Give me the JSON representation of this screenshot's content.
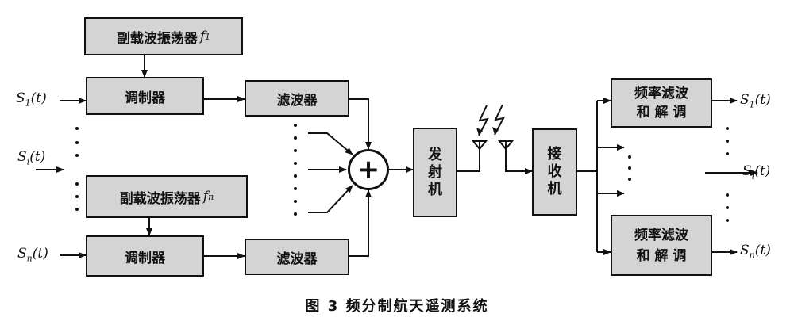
{
  "blocks": {
    "osc1": "副载波振荡器",
    "osc1_sym": "f",
    "osc1_sub": "1",
    "oscn": "副载波振荡器",
    "oscn_sym": "f",
    "oscn_sub": "n",
    "mod1": "调制器",
    "modn": "调制器",
    "filt1": "滤波器",
    "filtn": "滤波器",
    "sum_symbol": "+",
    "tx": [
      "发",
      "射",
      "机"
    ],
    "rx": [
      "接",
      "收",
      "机"
    ],
    "demod1": [
      "频率滤波",
      "和 解 调"
    ],
    "demodn": [
      "频率滤波",
      "和 解 调"
    ]
  },
  "inputs": {
    "s1": {
      "main": "S",
      "sub": "1",
      "arg": "(t)"
    },
    "si": {
      "main": "S",
      "sub": "i",
      "arg": "(t)"
    },
    "sn": {
      "main": "S",
      "sub": "n",
      "arg": "(t)"
    }
  },
  "outputs": {
    "s1": {
      "main": "S",
      "sub": "1",
      "arg": "(t)"
    },
    "si": {
      "main": "S",
      "sub": "i",
      "arg": "(t)"
    },
    "sn": {
      "main": "S",
      "sub": "n",
      "arg": "(t)"
    }
  },
  "caption": "图 3   频分制航天遥测系统"
}
